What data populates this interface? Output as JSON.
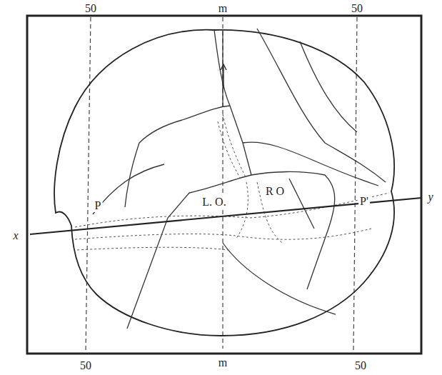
{
  "diagram": {
    "labels": [
      "50",
      "m",
      "50",
      "x",
      "y",
      "P",
      "L. O.",
      "R O",
      "P'",
      "50",
      "m",
      "50"
    ]
  }
}
